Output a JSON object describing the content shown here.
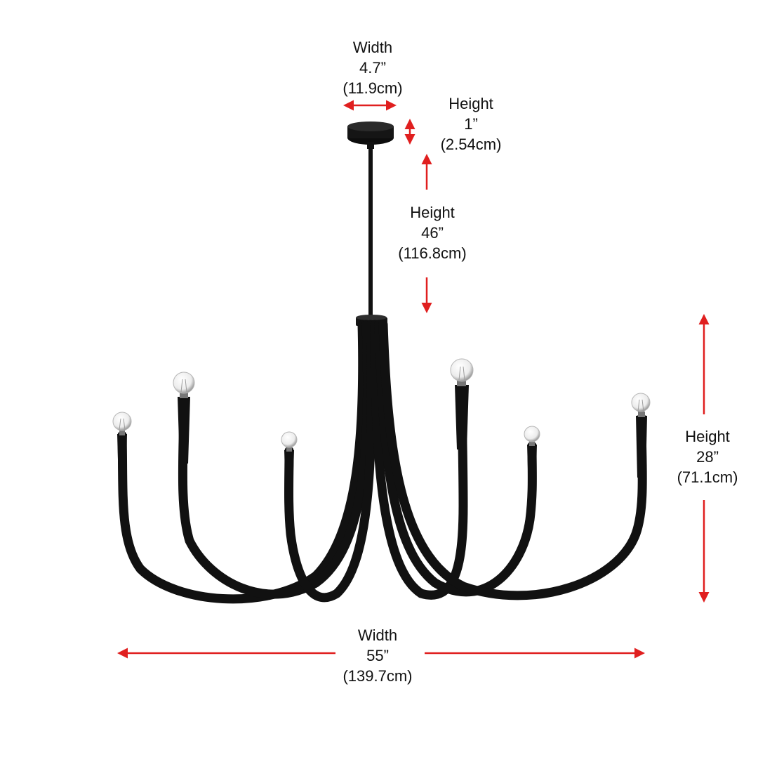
{
  "colors": {
    "arrow": "#e01f1f",
    "fixture": "#111111",
    "bulb_glass": "#f3f3f3",
    "text": "#111111"
  },
  "dimensions": {
    "canopy_width": {
      "label": "Width",
      "imperial": "4.7”",
      "metric": "(11.9cm)"
    },
    "canopy_height": {
      "label": "Height",
      "imperial": "1”",
      "metric": "(2.54cm)"
    },
    "rod_height": {
      "label": "Height",
      "imperial": "46”",
      "metric": "(116.8cm)"
    },
    "fixture_height": {
      "label": "Height",
      "imperial": "28”",
      "metric": "(71.1cm)"
    },
    "fixture_width": {
      "label": "Width",
      "imperial": "55”",
      "metric": "(139.7cm)"
    }
  }
}
